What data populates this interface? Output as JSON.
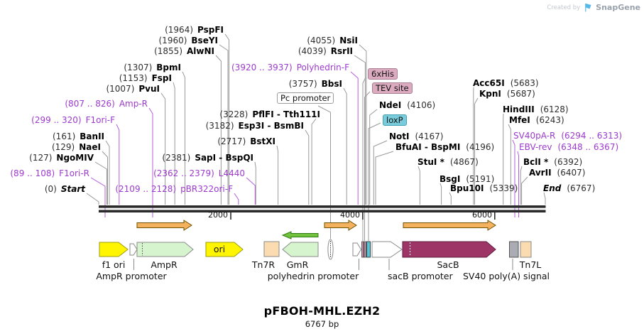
{
  "watermark": {
    "created_by": "Created by",
    "brand": "SnapGene"
  },
  "title": "pFBOH-MHL.EZH2",
  "subtitle": "6767 bp",
  "scale": {
    "t1": "2000",
    "t2": "4000",
    "t3": "6000"
  },
  "endpoints": {
    "start_coord": "(0)",
    "start_name": "Start",
    "end_name": "End",
    "end_coord": "(6767)"
  },
  "enzymes": [
    {
      "coord": "(1964)",
      "name": "PspFI"
    },
    {
      "coord": "(1960)",
      "name": "BseYI"
    },
    {
      "coord": "(1855)",
      "name": "AlwNI"
    },
    {
      "coord": "(1307)",
      "name": "BpmI"
    },
    {
      "coord": "(1153)",
      "name": "FspI"
    },
    {
      "coord": "(1007)",
      "name": "PvuI"
    },
    {
      "coord": "(161)",
      "name": "BanII"
    },
    {
      "coord": "(129)",
      "name": "NaeI"
    },
    {
      "coord": "(127)",
      "name": "NgoMIV"
    },
    {
      "coord": "(3228)",
      "name": "PflFI - Tth111I"
    },
    {
      "coord": "(3182)",
      "name": "Esp3I - BsmBI"
    },
    {
      "coord": "(2717)",
      "name": "BstXI"
    },
    {
      "coord": "(2381)",
      "name": "SapI - BspQI"
    },
    {
      "coord": "(3757)",
      "name": "BbsI"
    },
    {
      "coord": "(4055)",
      "name": "NsiI"
    },
    {
      "coord": "(4039)",
      "name": "RsrII"
    },
    {
      "name": "NdeI",
      "coord": "(4106)"
    },
    {
      "name": "NotI",
      "coord": "(4167)"
    },
    {
      "name": "BfuAI - BspMI",
      "coord": "(4196)"
    },
    {
      "name": "StuI *",
      "coord": "(4867)"
    },
    {
      "name": "BsgI",
      "coord": "(5191)"
    },
    {
      "name": "Bpu10I",
      "coord": "(5339)"
    },
    {
      "name": "Acc65I",
      "coord": "(5683)"
    },
    {
      "name": "KpnI",
      "coord": "(5687)"
    },
    {
      "name": "HindIII",
      "coord": "(6128)"
    },
    {
      "name": "MfeI",
      "coord": "(6243)"
    },
    {
      "name": "BclI *",
      "coord": "(6392)"
    },
    {
      "name": "AvrII",
      "coord": "(6407)"
    }
  ],
  "primers": [
    {
      "coord": "(807 .. 826)",
      "name": "Amp-R"
    },
    {
      "coord": "(299 .. 320)",
      "name": "F1ori-F"
    },
    {
      "coord": "(89 .. 108)",
      "name": "F1ori-R"
    },
    {
      "coord": "(2362 .. 2379)",
      "name": "L4440"
    },
    {
      "coord": "(2109 .. 2128)",
      "name": "pBR322ori-F"
    },
    {
      "coord": "(3920 .. 3937)",
      "name": "Polyhedrin-F"
    },
    {
      "name": "SV40pA-R",
      "coord": "(6294 .. 6313)"
    },
    {
      "name": "EBV-rev",
      "coord": "(6348 .. 6367)"
    }
  ],
  "tags": {
    "his": "6xHis",
    "tev": "TEV site",
    "loxp": "loxP",
    "pc": "Pc promoter"
  },
  "features": {
    "f1ori": "f1 ori",
    "ampr": "AmpR",
    "ampr_prom": "AmpR promoter",
    "ori": "ori",
    "tn7r": "Tn7R",
    "gmr": "GmR",
    "polh_prom": "polyhedrin promoter",
    "sacb_prom": "sacB promoter",
    "sacb": "SacB",
    "sv40": "SV40 poly(A) signal",
    "tn7l": "Tn7L"
  },
  "colors": {
    "primer_label": "#9d3acf",
    "primer_line": "#b35fdb",
    "tag_pink_bg": "#dcabc0",
    "tag_teal_bg": "#79ccdb",
    "cds_sacb_fill": "#9d3567",
    "orf_fill": "#f4b25e",
    "orf_reverse_fill": "#72c23e",
    "ori_fill": "#fff500",
    "resistance_fill": "#d6f5ce",
    "tn7_fill": "#fbdcb0",
    "sv40_fill": "#ababb3",
    "backbone": "#2b2b2b"
  }
}
